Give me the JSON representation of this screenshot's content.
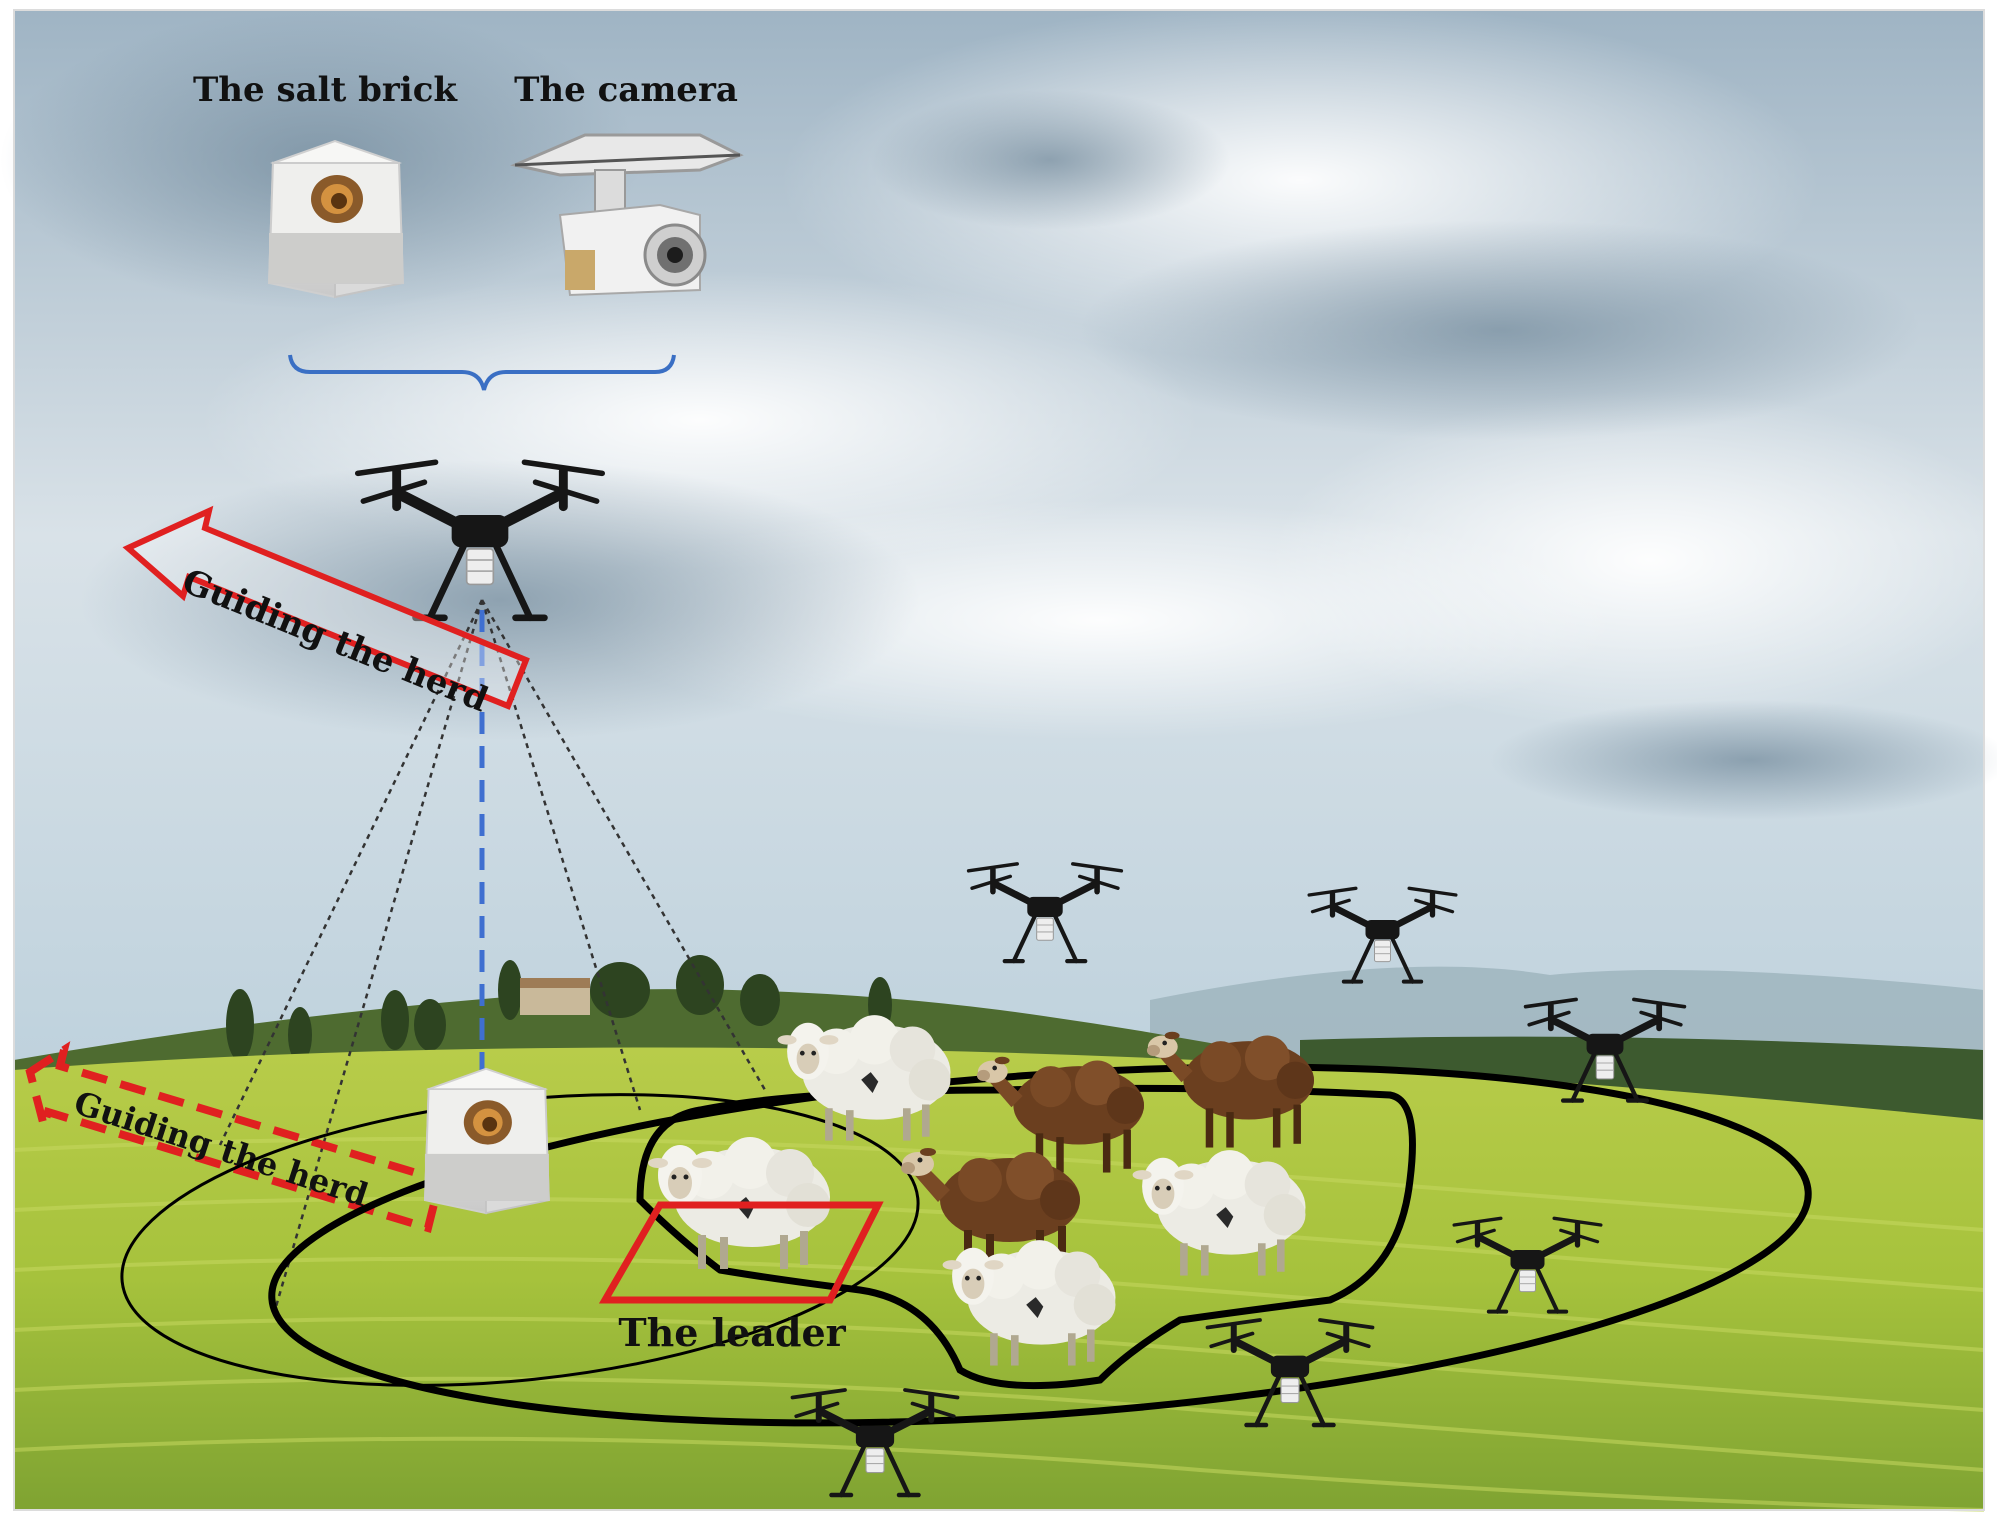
{
  "labels": {
    "salt_brick": "The salt brick",
    "camera": "The camera",
    "guiding_upper": "Guiding  the herd",
    "guiding_lower": "Guiding  the herd",
    "leader": "The leader"
  },
  "colors": {
    "arrow": "#e02020",
    "brace": "#3a6fc4",
    "beam_dash": "#3f6fd0",
    "outline": "#000000"
  },
  "icons": [
    "drone-icon",
    "sheep-icon",
    "salt-brick-icon",
    "camera-gimbal-icon"
  ]
}
